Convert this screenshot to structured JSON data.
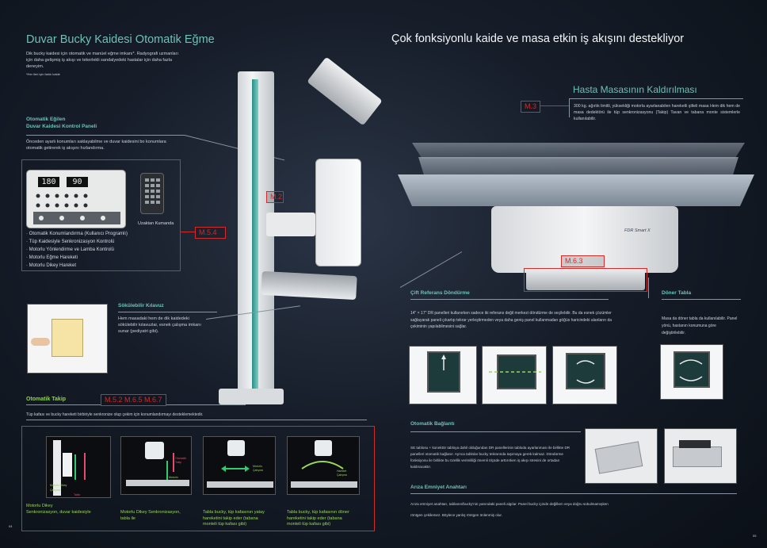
{
  "left": {
    "title": "Duvar Bucky Kaidesi Otomatik Eğme",
    "intro": "Dik bucky kaidesi için otomatik ve manüel eğme imkanı*. Radyografi uzmanları için daha gelişmiş iş akışı ve tekerlekli sandalyedeki hastalar için daha fazla deneyim.",
    "footnote": "*Her ileri için farklı kaide",
    "panel_title_1": "Otomatik Eğilen",
    "panel_title_2": "Duvar Kaidesi Kontrol Paneli",
    "panel_desc": "Önceden ayarlı konumları saklayabilme ve duvar kaidesini bo konumlara otomatik getirerek iş akışını hızlandırma.",
    "display_1": "180",
    "display_2": "90",
    "remote_label": "Uzaktan Kumanda",
    "features": [
      "Otomatik Konumlandırma (Kullanıcı Programlı)",
      "Tüp Kaidesiyle Senkronizasyon Kontrolü",
      "Motorlu Yönlendirme ve Lamba Kontrolü",
      "Motorlu Eğme Hareketi",
      "Motorlu Dikey Hareket"
    ],
    "tag_m54": "M.5.4",
    "tag_m2": "M.2",
    "guide_title": "Sökülebilir Kılavuz",
    "guide_desc": "Hem masadaki hem de dik kaidedeki sökülebilir kılavuzlar, esnek çalışma imkanı sunar (pediyatri gibi).",
    "track_title": "Otomatik Takip",
    "track_tags": "M.5.2  M.6.5  M.6.7",
    "track_desc": "Tüp kafası ve bucky hareketi birbiriyle senkronize olup çekim için konumlandırmayı desteklemektedir.",
    "track_img_labels": {
      "img1_a": "Motorlu Dikey",
      "img1_b": "Çalışma",
      "img1_c": "Tablo",
      "img2_a": "Otomatik",
      "img2_b": "Takip",
      "img2_c": "Motorlu",
      "img3_a": "Motorlu",
      "img3_b": "Çalışma",
      "img4_a": "Hareket",
      "img4_b": "Çalışma"
    },
    "track_captions": [
      "Motorlu Dikey\nSenkronizasyon, duvar kaidesiyle",
      "Motorlu Dikey Senkronizasyon,\ntabla ile",
      "Tabla bucky, tüp kafasının yatay\nhareketini takip eder (tabana\nmonteli tüp kafası gibi)",
      "Tabla bucky, tüp kafasının döner\nhareketini takip eder (tabana\nmonteli tüp kafası gibi)"
    ],
    "page_num": "04"
  },
  "right": {
    "headline": "Çok fonksiyonlu kaide ve masa etkin iş akışını destekliyor",
    "lift_title": "Hasta Masasının Kaldırılması",
    "lift_tag": "M.3",
    "lift_desc": "300 kg. ağırlık limitli, yüksekliği motorla ayarlanabilen hareketli şilteli masa Hem dik hem de masa dedektörü ile tüp senkronizasyonu (Takip) Tavan ve tabana monte sistemlerle kullanılabilir.",
    "tag_m63": "M.6.3",
    "brand": "FDR Smart X",
    "ref_title": "Çift Referans Döndürme",
    "ref_desc": "14\" × 17\" DR panelleri kullanırken sadece iki referans değil merkezi döndürme de seçilebilir. Bu da esnek çözümler sağlayarak paneli çıkartıp tekrar yerleştirmeden veya daha geniş panel kullanmadan göğüs haricindeki alanların da çekiminin yapılabilmesini sağlar.",
    "rot_title": "Döner Tabla",
    "rot_desc": "Masa da döner tabla da kullanılabilir. Panel yönü, hastanın konumuna göre değiştirilebilir.",
    "conn_title": "Otomatik Bağlantı",
    "conn_desc": "SE tablosu + konektör tabloya dahil olduğundan DR panellerinin tabloda ayarlanması ile birlikte DR panelleri otomatik bağlanır. Ayrıca tablolar bucky tekrarında taşımaya gerek kalmaz. Döndürme fonksiyonu ile birlikte bu özellik verimliliği önemli ölçüde arttırırken iş akışı stresini de ortadan kaldıracaktır.",
    "safety_title": "Arıza Emniyet Anahtarı",
    "safety_desc_1": "Arıza emniyet anahtarı, tablanın/bucky'nin yanındaki paneli algılar. Panel bucky içinde değilken veya doğru sokulmamışken",
    "safety_desc_2": "röntgen çekilemez. Böylece yanlış röntgen önlenmiş olur.",
    "page_num": "05"
  },
  "colors": {
    "accent": "#6fc0b8",
    "green": "#8fd14f",
    "red": "#d12b2b"
  }
}
